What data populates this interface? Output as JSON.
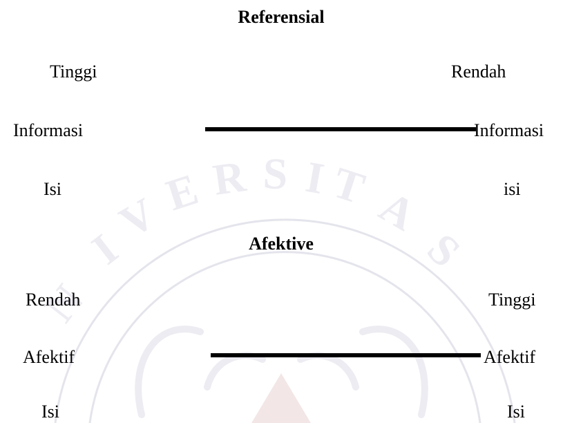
{
  "watermark": {
    "color": "#e7e7ee",
    "icon": "university-seal-watermark"
  },
  "sections": [
    {
      "heading": "Referensial",
      "left": [
        "Tinggi",
        "Informasi",
        "Isi"
      ],
      "right": [
        "Rendah",
        "Informasi",
        "isi"
      ]
    },
    {
      "heading": "Afektive",
      "left": [
        "Rendah",
        "Afektif",
        "Isi"
      ],
      "right": [
        "Tinggi",
        "Afektif",
        "Isi"
      ]
    }
  ]
}
